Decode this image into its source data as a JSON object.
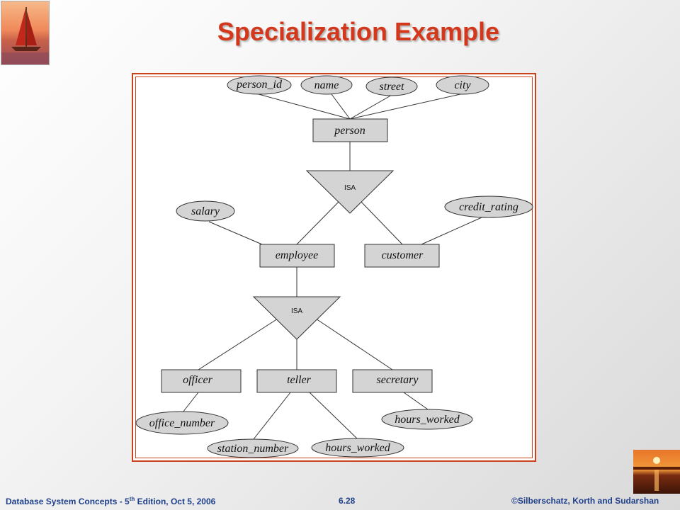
{
  "slide": {
    "title": "Specialization Example"
  },
  "diagram": {
    "entities": {
      "person": "person",
      "employee": "employee",
      "customer": "customer",
      "officer": "officer",
      "teller": "teller",
      "secretary": "secretary"
    },
    "attributes": {
      "person_id": "person_id",
      "name": "name",
      "street": "street",
      "city": "city",
      "salary": "salary",
      "credit_rating": "credit_rating",
      "office_number": "office_number",
      "station_number": "station_number",
      "hours_worked_teller": "hours_worked",
      "hours_worked_secretary": "hours_worked"
    },
    "isa": {
      "top": "ISA",
      "bottom": "ISA"
    }
  },
  "footer": {
    "book_prefix": "Database System Concepts - 5",
    "book_sup": "th",
    "book_suffix": " Edition, Oct 5, 2006",
    "page": "6.28",
    "copyright": "©Silberschatz, Korth and Sudarshan"
  },
  "colors": {
    "title": "#d4381c",
    "frame": "#c8421c",
    "shape_fill": "#d4d4d4",
    "footer": "#1e3f8a"
  }
}
